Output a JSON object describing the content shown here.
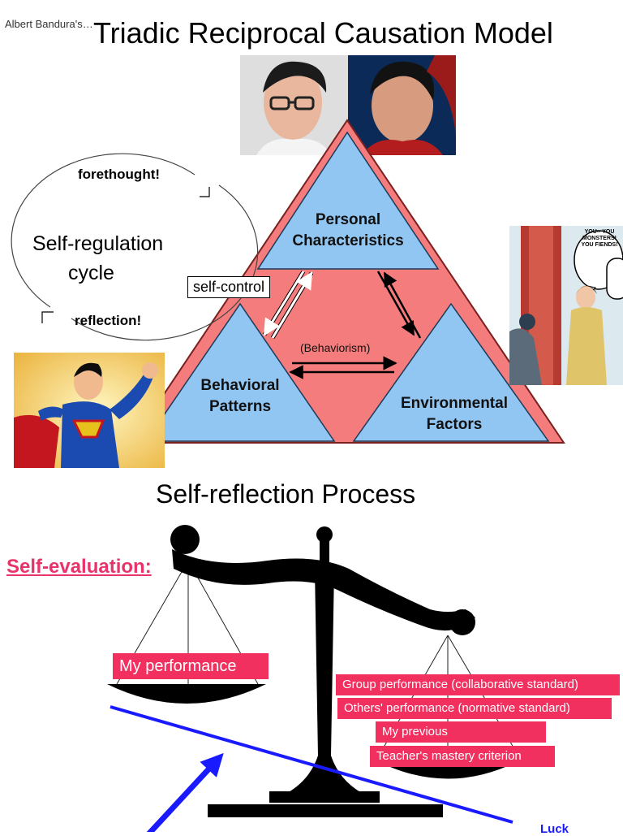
{
  "header": {
    "author": "Albert Bandura's…",
    "title": "Triadic Reciprocal Causation Model"
  },
  "triad": {
    "personal": [
      "Personal",
      "Characteristics"
    ],
    "behavioral": [
      "Behavioral",
      "Patterns"
    ],
    "environmental": [
      "Environmental",
      "Factors"
    ],
    "behaviorism": "(Behaviorism)",
    "self_control": "self-control",
    "colors": {
      "outer": "#f47c7c",
      "inner": "#92c6f2"
    }
  },
  "cycle": {
    "forethought": "forethought!",
    "title_line1": "Self-regulation",
    "title_line2": "cycle",
    "reflection": "reflection!"
  },
  "comic": {
    "speech_bubble": "YOU-- YOU MONSTERS! YOU FIENDS!"
  },
  "section2": {
    "title": "Self-reflection Process",
    "self_evaluation": "Self-evaluation:",
    "my_performance": "My performance",
    "standards": [
      "Group performance (collaborative standard)",
      "Others' performance (normative standard)",
      "My previous",
      "Teacher's mastery criterion"
    ],
    "luck": "Luck",
    "accent_color": "#f2305f",
    "arrow_color": "#1a1aff"
  }
}
